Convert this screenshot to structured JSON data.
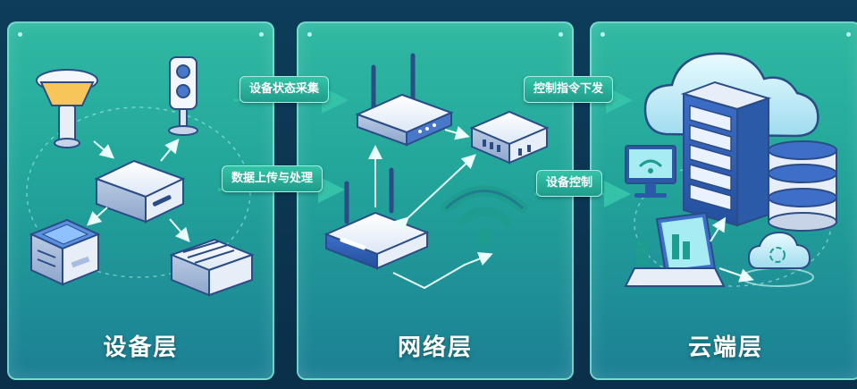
{
  "layers": {
    "device": {
      "title": "设备层"
    },
    "network": {
      "title": "网络层"
    },
    "cloud": {
      "title": "云端层"
    }
  },
  "flows": {
    "status_collect": "设备状态采集",
    "upload_process": "数据上传与处理",
    "command_issue": "控制指令下发",
    "device_control": "设备控制"
  },
  "icons": [
    "street-lamp-icon",
    "traffic-signal-icon",
    "gateway-box-icon",
    "solar-panel-box-icon",
    "vent-box-icon",
    "router-icon",
    "switch-icon",
    "wifi-icon",
    "cloud-icon",
    "server-rack-icon",
    "database-icon",
    "wifi-monitor-icon",
    "dashboard-laptop-icon",
    "cloud-sync-icon"
  ],
  "colors": {
    "panel_top": "#2fb9a2",
    "panel_bottom": "#1c7f94",
    "background": "#0a2f4a",
    "arrow": "#eafffb"
  }
}
